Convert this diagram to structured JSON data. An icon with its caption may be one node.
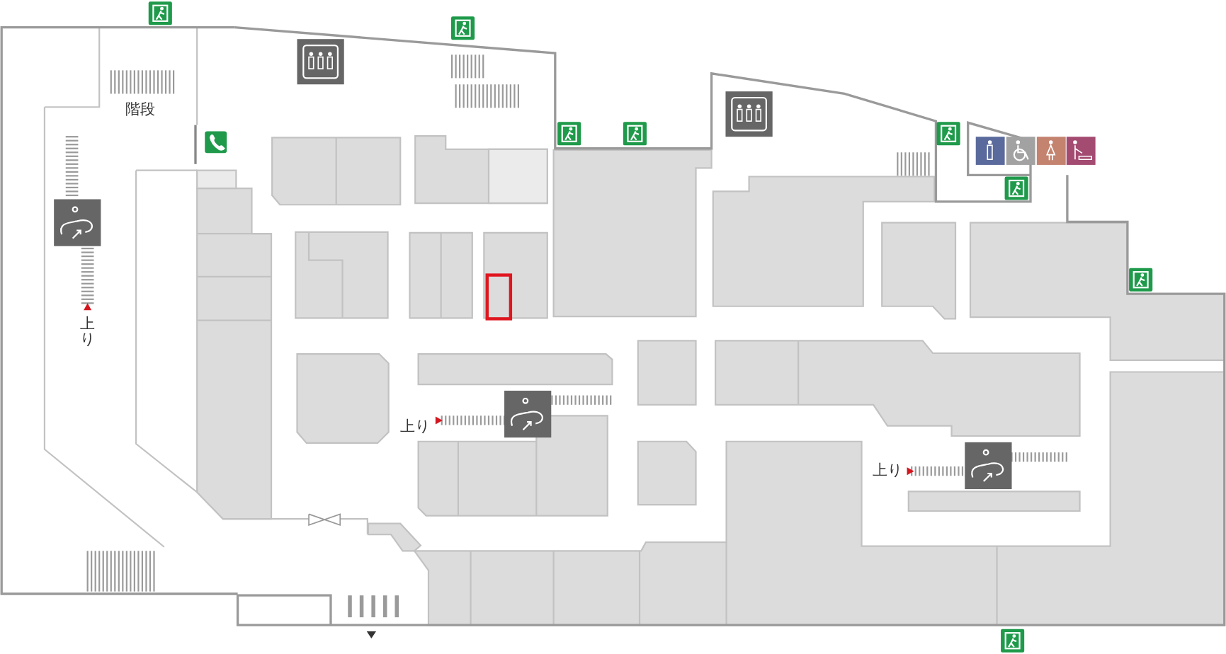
{
  "diagram": {
    "labels": [
      "階段",
      "上り",
      "上り",
      "上り"
    ]
  }
}
